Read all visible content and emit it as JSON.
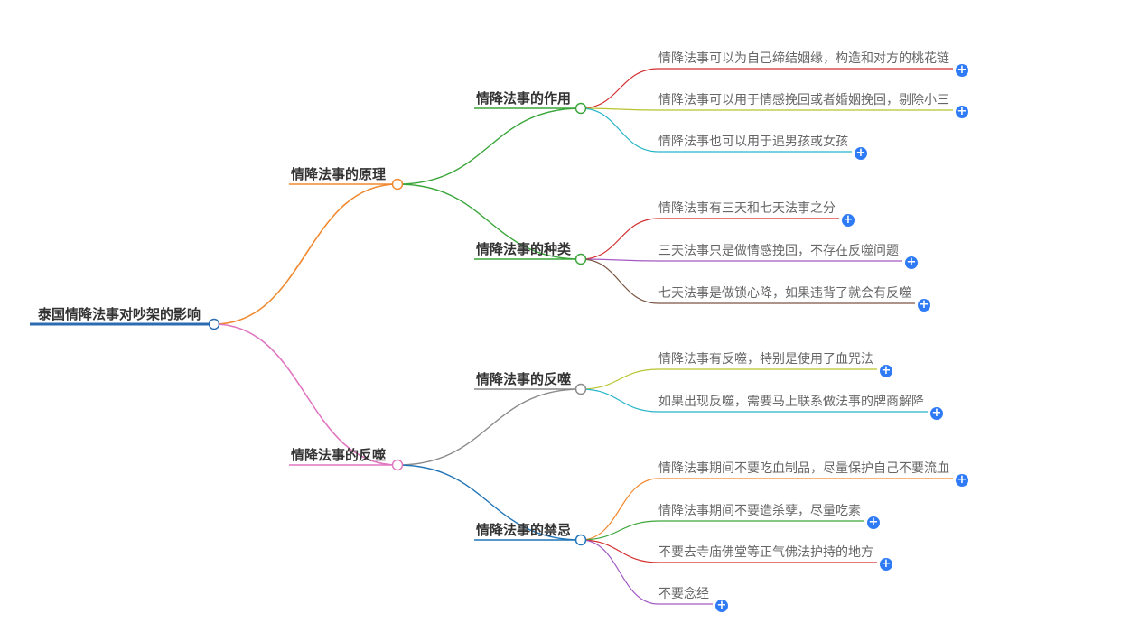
{
  "mindmap": {
    "root": {
      "label": "泰国情降法事对吵架的影响",
      "color": "#2b6cb0"
    },
    "branches": [
      {
        "label": "情降法事的原理",
        "color": "#f0892f",
        "children": [
          {
            "label": "情降法事的作用",
            "color": "#3aa63a",
            "children": [
              {
                "label": "情降法事可以为自己缔结姻缘，构造和对方的桃花链",
                "color": "#d32f2f"
              },
              {
                "label": "情降法事可以用于情感挽回或者婚姻挽回，剔除小三",
                "color": "#b8c42f"
              },
              {
                "label": "情降法事也可以用于追男孩或女孩",
                "color": "#26b5c9"
              }
            ]
          },
          {
            "label": "情降法事的种类",
            "color": "#3aa63a",
            "children": [
              {
                "label": "情降法事有三天和七天法事之分",
                "color": "#d32f2f"
              },
              {
                "label": "三天法事只是做情感挽回，不存在反噬问题",
                "color": "#a25ac4"
              },
              {
                "label": "七天法事是做锁心降，如果违背了就会有反噬",
                "color": "#7b5543"
              }
            ]
          }
        ]
      },
      {
        "label": "情降法事的反噬",
        "color": "#e077c1",
        "children": [
          {
            "label": "情降法事的反噬",
            "color": "#8a8a8a",
            "children": [
              {
                "label": "情降法事有反噬，特别是使用了血咒法",
                "color": "#b8c42f"
              },
              {
                "label": "如果出现反噬，需要马上联系做法事的牌商解降",
                "color": "#26b5c9"
              }
            ]
          },
          {
            "label": "情降法事的禁忌",
            "color": "#2175b8",
            "children": [
              {
                "label": "情降法事期间不要吃血制品，尽量保护自己不要流血",
                "color": "#f0892f"
              },
              {
                "label": "情降法事期间不要造杀孽，尽量吃素",
                "color": "#3aa63a"
              },
              {
                "label": "不要去寺庙佛堂等正气佛法护持的地方",
                "color": "#d32f2f"
              },
              {
                "label": "不要念经",
                "color": "#a25ac4"
              }
            ]
          }
        ]
      }
    ],
    "expand_symbol": "+"
  }
}
